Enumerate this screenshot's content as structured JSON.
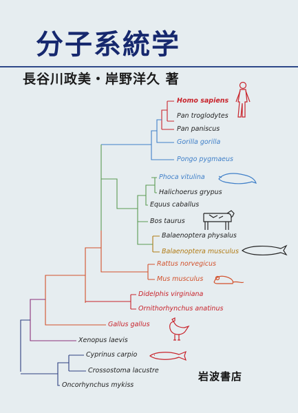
{
  "cover": {
    "title": "分子系統学",
    "authors": "長谷川政美・岸野洋久 著",
    "publisher": "岩波書店"
  },
  "species": [
    {
      "name": "Homo sapiens",
      "color": "#c8222a",
      "bold": true
    },
    {
      "name": "Pan troglodytes",
      "color": "#222222"
    },
    {
      "name": "Pan paniscus",
      "color": "#222222"
    },
    {
      "name": "Gorilla gorilla",
      "color": "#3f7fc8"
    },
    {
      "name": "Pongo pygmaeus",
      "color": "#3f7fc8"
    },
    {
      "name": "Phoca vitulina",
      "color": "#3f7fc8"
    },
    {
      "name": "Halichoerus grypus",
      "color": "#222222"
    },
    {
      "name": "Equus caballus",
      "color": "#222222"
    },
    {
      "name": "Bos taurus",
      "color": "#222222"
    },
    {
      "name": "Balaenoptera physalus",
      "color": "#222222"
    },
    {
      "name": "Balaenoptera musculus",
      "color": "#b07a12"
    },
    {
      "name": "Rattus norvegicus",
      "color": "#d2502a"
    },
    {
      "name": "Mus musculus",
      "color": "#d2502a"
    },
    {
      "name": "Didelphis virginiana",
      "color": "#c8222a"
    },
    {
      "name": "Ornithorhynchus anatinus",
      "color": "#c8222a"
    },
    {
      "name": "Gallus gallus",
      "color": "#c8222a"
    },
    {
      "name": "Xenopus laevis",
      "color": "#222222"
    },
    {
      "name": "Cyprinus carpio",
      "color": "#222222"
    },
    {
      "name": "Crossostoma lacustre",
      "color": "#222222"
    },
    {
      "name": "Oncorhynchus mykiss",
      "color": "#222222"
    }
  ],
  "colors": {
    "title": "#16286e",
    "background": "#e6edf0",
    "primates": "#3f7fc8",
    "mammals": "#5a9a52",
    "whales": "#b07a12",
    "rodents": "#d2502a",
    "basal": "#8a2f7a",
    "fish": "#2c3e80"
  },
  "icons": [
    "human-icon",
    "seal-icon",
    "cow-icon",
    "whale-icon",
    "mouse-icon",
    "chicken-icon",
    "fish-icon"
  ]
}
